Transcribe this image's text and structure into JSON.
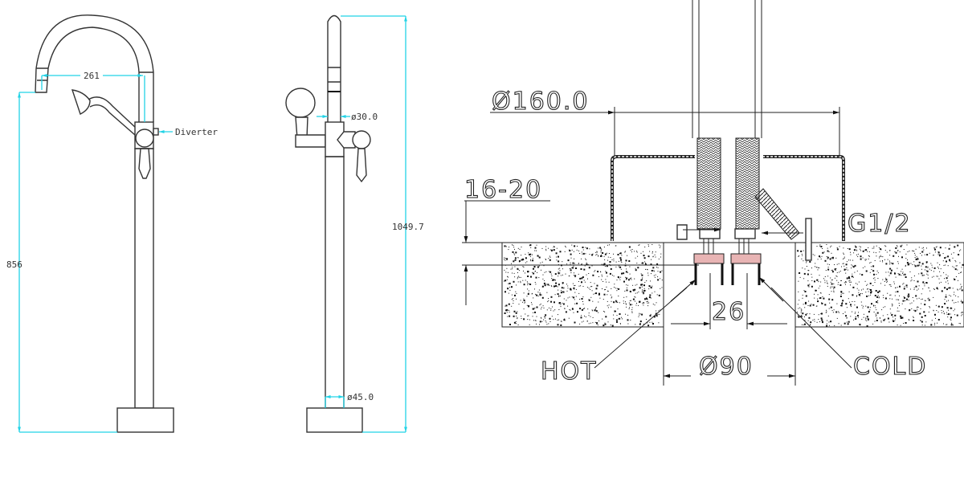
{
  "front_view": {
    "spout_reach": "261",
    "diverter_label": "Diverter",
    "spout_height": "856"
  },
  "side_view": {
    "pipe_diameter": "ø30.0",
    "stem_diameter": "ø45.0",
    "total_height": "1049.7"
  },
  "installation_detail": {
    "cover_diameter": "Ø160.0",
    "floor_thickness": "16-20",
    "thread": "G1/2",
    "inlet_spacing": "26",
    "hole_diameter": "Ø90",
    "hot_label": "HOT",
    "cold_label": "COLD"
  },
  "colors": {
    "dimension": "#22d3e6",
    "line": "#333333",
    "seal": "#c0504d"
  }
}
